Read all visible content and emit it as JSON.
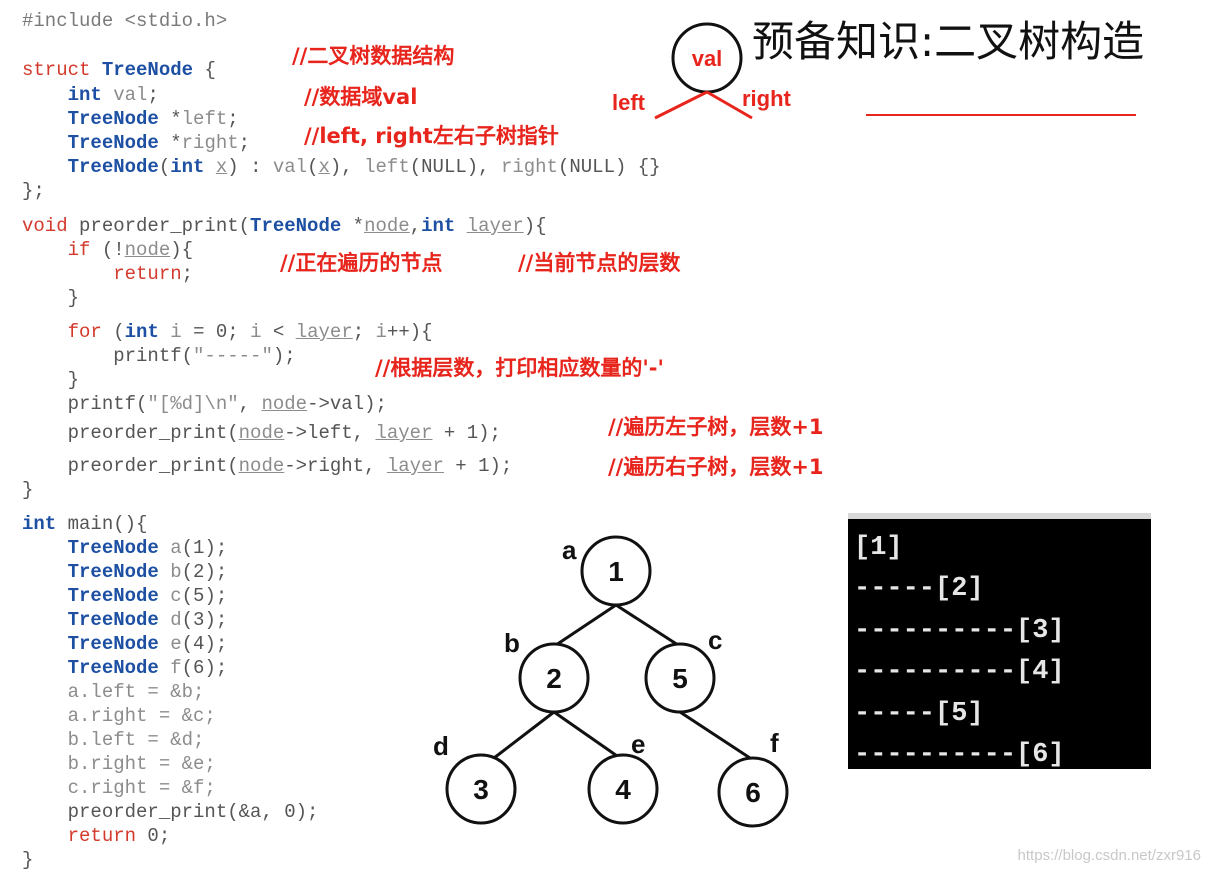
{
  "title": "预备知识:二叉树构造",
  "code": {
    "include": "#include <stdio.h>",
    "struct_line": "struct TreeNode {",
    "field_val": "    int val;",
    "field_left": "    TreeNode *left;",
    "field_right": "    TreeNode *right;",
    "ctor": "    TreeNode(int x) : val(x), left(NULL), right(NULL) {}",
    "struct_end": "};",
    "func_sig": "void preorder_print(TreeNode *node,int layer){",
    "if_line": "    if (!node){",
    "return_line": "        return;",
    "close_if": "    }",
    "for_line": "    for (int i = 0; i < layer; i++){",
    "printf_dash": "        printf(\"-----\");",
    "close_for": "    }",
    "printf_val": "    printf(\"[%d]\\n\", node->val);",
    "rec_left": "    preorder_print(node->left, layer + 1);",
    "rec_right": "    preorder_print(node->right, layer + 1);",
    "func_end": "}",
    "main_sig": "int main(){",
    "node_a": "    TreeNode a(1);",
    "node_b": "    TreeNode b(2);",
    "node_c": "    TreeNode c(5);",
    "node_d": "    TreeNode d(3);",
    "node_e": "    TreeNode e(4);",
    "node_f": "    TreeNode f(6);",
    "link1": "    a.left = &b;",
    "link2": "    a.right = &c;",
    "link3": "    b.left = &d;",
    "link4": "    b.right = &e;",
    "link5": "    c.right = &f;",
    "call": "    preorder_print(&a, 0);",
    "ret0": "    return 0;",
    "main_end": "}"
  },
  "annotations": {
    "struct_comment": "//二叉树数据结构",
    "val_comment": "//数据域val",
    "ptr_comment": "//left, right左右子树指针",
    "node_comment": "//正在遍历的节点",
    "layer_comment": "//当前节点的层数",
    "dash_comment": "//根据层数，打印相应数量的'-'",
    "left_comment": "//遍历左子树，层数+1",
    "right_comment": "//遍历右子树，层数+1"
  },
  "mini_diagram": {
    "node": "val",
    "left": "left",
    "right": "right"
  },
  "tree": {
    "nodes": [
      {
        "name": "a",
        "value": "1"
      },
      {
        "name": "b",
        "value": "2"
      },
      {
        "name": "c",
        "value": "5"
      },
      {
        "name": "d",
        "value": "3"
      },
      {
        "name": "e",
        "value": "4"
      },
      {
        "name": "f",
        "value": "6"
      }
    ]
  },
  "console": {
    "lines": [
      "[1]",
      "-----[2]",
      "----------[3]",
      "----------[4]",
      "-----[5]",
      "----------[6]"
    ]
  },
  "watermark": "https://blog.csdn.net/zxr916",
  "colors": {
    "annotation": "#e8251d",
    "keyword": "#d33a2c",
    "type": "#1d4fa3"
  }
}
